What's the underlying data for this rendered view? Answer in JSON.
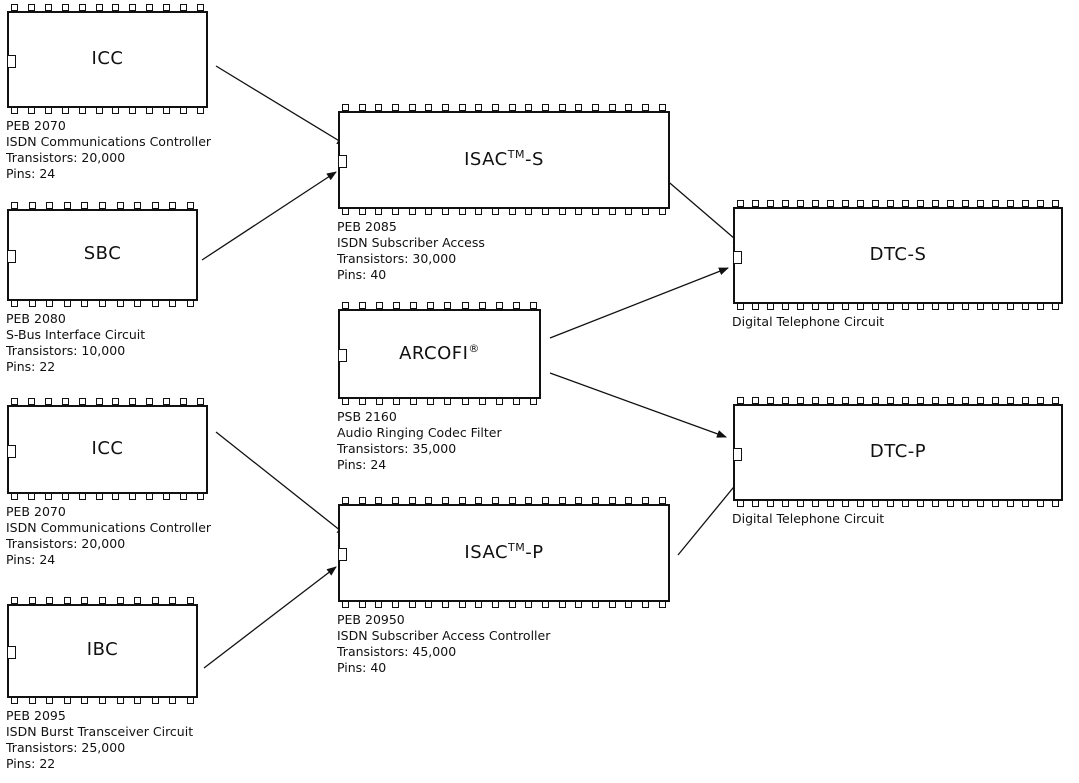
{
  "chips": [
    {
      "id": "icc-1",
      "name": "ICC",
      "pins_per_side": 12,
      "caption": [
        "PEB 2070",
        "ISDN Communications Controller",
        "Transistors: 20,000",
        "Pins: 24"
      ]
    },
    {
      "id": "sbc",
      "name": "SBC",
      "pins_per_side": 11,
      "caption": [
        "PEB 2080",
        "S-Bus Interface Circuit",
        "Transistors: 10,000",
        "Pins: 22"
      ]
    },
    {
      "id": "icc-2",
      "name": "ICC",
      "pins_per_side": 12,
      "caption": [
        "PEB 2070",
        "ISDN Communications Controller",
        "Transistors: 20,000",
        "Pins: 24"
      ]
    },
    {
      "id": "ibc",
      "name": "IBC",
      "pins_per_side": 11,
      "caption": [
        "PEB 2095",
        "ISDN Burst Transceiver Circuit",
        "Transistors: 25,000",
        "Pins: 22"
      ]
    },
    {
      "id": "isac-s",
      "name": "ISAC",
      "superscript": "TM",
      "suffix": "-S",
      "pins_per_side": 20,
      "caption": [
        "PEB 2085",
        "ISDN Subscriber Access",
        "Transistors: 30,000",
        "Pins: 40"
      ]
    },
    {
      "id": "arcofi",
      "name": "ARCOFI",
      "superscript": "®",
      "suffix": "",
      "pins_per_side": 12,
      "caption": [
        "PSB 2160",
        "Audio Ringing Codec Filter",
        "Transistors: 35,000",
        "Pins: 24"
      ]
    },
    {
      "id": "isac-p",
      "name": "ISAC",
      "superscript": "TM",
      "suffix": "-P",
      "pins_per_side": 20,
      "caption": [
        "PEB 20950",
        "ISDN Subscriber Access Controller",
        "Transistors: 45,000",
        "Pins: 40"
      ]
    },
    {
      "id": "dtc-s",
      "name": "DTC-S",
      "pins_per_side": 22,
      "caption": [
        "Digital Telephone Circuit"
      ]
    },
    {
      "id": "dtc-p",
      "name": "DTC-P",
      "pins_per_side": 22,
      "caption": [
        "Digital Telephone Circuit"
      ]
    }
  ],
  "connections": [
    {
      "from": "icc-1",
      "to": "isac-s"
    },
    {
      "from": "sbc",
      "to": "isac-s"
    },
    {
      "from": "icc-2",
      "to": "isac-p"
    },
    {
      "from": "ibc",
      "to": "isac-p"
    },
    {
      "from": "isac-s",
      "to": "dtc-s"
    },
    {
      "from": "arcofi",
      "to": "dtc-s"
    },
    {
      "from": "arcofi",
      "to": "dtc-p"
    },
    {
      "from": "isac-p",
      "to": "dtc-p"
    }
  ],
  "colors": {
    "ink": "#111111",
    "background": "#ffffff"
  }
}
